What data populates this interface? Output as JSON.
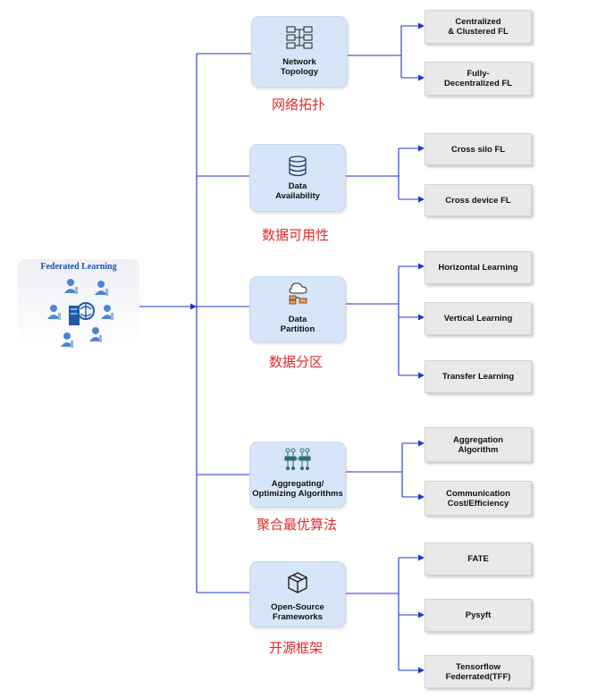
{
  "root": {
    "title": "Federated Learning"
  },
  "categories": [
    {
      "label": "Network\nTopology",
      "cn": "网络拓扑",
      "icon": "network-icon",
      "children": [
        "Centralized\n& Clustered FL",
        "Fully-\nDecentralized FL"
      ]
    },
    {
      "label": "Data\nAvailability",
      "cn": "数据可用性",
      "icon": "database-icon",
      "children": [
        "Cross silo FL",
        "Cross device FL"
      ]
    },
    {
      "label": "Data\nPartition",
      "cn": "数据分区",
      "icon": "data-partition-icon",
      "children": [
        "Horizontal Learning",
        "Vertical  Learning",
        "Transfer Learning"
      ]
    },
    {
      "label": "Aggregating/\nOptimizing Algorithms",
      "cn": "聚合最优算法",
      "icon": "aggregation-icon",
      "children": [
        "Aggregation\nAlgorithm",
        "Communication\nCost/Efficiency"
      ]
    },
    {
      "label": "Open-Source\nFrameworks",
      "cn": "开源框架",
      "icon": "package-icon",
      "children": [
        "FATE",
        "Pysyft",
        "Tensorflow\nFederrated(TFF)"
      ]
    }
  ],
  "colors": {
    "connector": "#2233cc",
    "category_fill": "#d6e6f8",
    "leaf_fill": "#e9e9e9",
    "chinese_text": "#e02a2a",
    "root_title": "#1f4fb4"
  }
}
